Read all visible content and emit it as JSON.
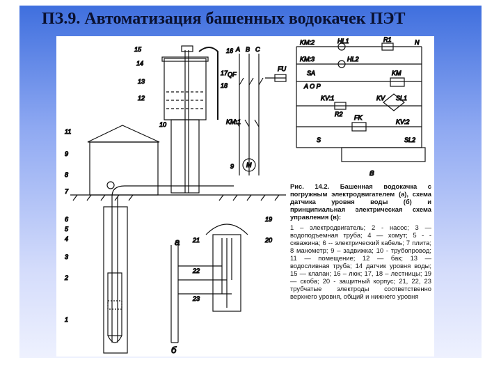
{
  "slide": {
    "title": "ПЗ.9. Автоматизация башенных водокачек ПЭТ"
  },
  "figure": {
    "caption_title": "Рис. 14.2. Башенная водокачка с погружным электродвигателем (а), схема датчика уровня воды (б) и принципиальная электрическая схема управления (в):",
    "caption_body": "1 – электродвигатель; 2 - насос; 3 — водоподъемная труба; 4 — хомут; 5 - - скважина; 6 -- электрический кабель; 7 плита; 8 манометр; 9 – задвижка; 10 - трубопровод; 11 — помещение; 12 — бак; 13 — водосливная труба; 14 датчик уровня воды; 15 — клапан; 16 – люк; 17, 18 – лестницы; 19 — скоба; 20 - защитный корпус; 21, 22, 23 трубчатые электроды соответственно верхнего уровня, общий и нижнего уровня",
    "panel_labels": {
      "a": "а",
      "b": "б",
      "v": "в"
    },
    "tank_labels": [
      "15",
      "14",
      "13",
      "12",
      "16",
      "17",
      "18",
      "10",
      "11",
      "9"
    ],
    "well_labels": [
      "9",
      "8",
      "7",
      "6",
      "5",
      "4",
      "3",
      "2",
      "1"
    ],
    "sensor_labels": [
      "19",
      "20",
      "21",
      "22",
      "23"
    ],
    "circuit_labels": {
      "phase_a": "A",
      "phase_b": "B",
      "phase_c": "C",
      "qf": "QF",
      "fu": "FU",
      "km_contacts": "KM:1",
      "motor": "M",
      "km2": "KM:2",
      "km3": "KM:3",
      "hl1": "HL1",
      "hl2": "HL2",
      "r1": "R1",
      "n": "N",
      "sa": "SA",
      "a0p": "A O P",
      "km": "KM",
      "kv1": "KV:1",
      "r2": "R2",
      "sl1": "SL1",
      "kv": "KV",
      "kv2": "KV:2",
      "fk": "FK",
      "s": "S",
      "sl2": "SL2"
    }
  }
}
